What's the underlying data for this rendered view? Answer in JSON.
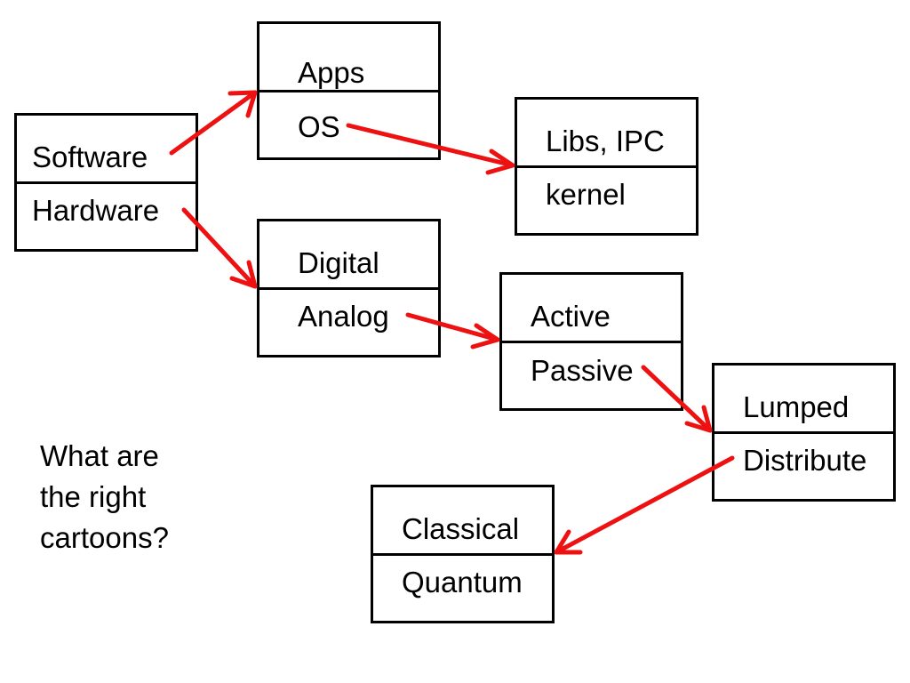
{
  "boxes": {
    "software_hardware": {
      "top": "Software",
      "bottom": "Hardware"
    },
    "apps_os": {
      "top": "Apps",
      "bottom": "OS"
    },
    "libs_kernel": {
      "top": "Libs, IPC",
      "bottom": "kernel"
    },
    "digital_analog": {
      "top": "Digital",
      "bottom": "Analog"
    },
    "active_passive": {
      "top": "Active",
      "bottom": "Passive"
    },
    "lumped_distribute": {
      "top": "Lumped",
      "bottom": "Distribute"
    },
    "classical_quantum": {
      "top": "Classical",
      "bottom": "Quantum"
    }
  },
  "question": {
    "lines": [
      "What are",
      "the right",
      "cartoons?"
    ]
  },
  "colors": {
    "arrow": "#ee1111",
    "box_border": "#000000"
  }
}
